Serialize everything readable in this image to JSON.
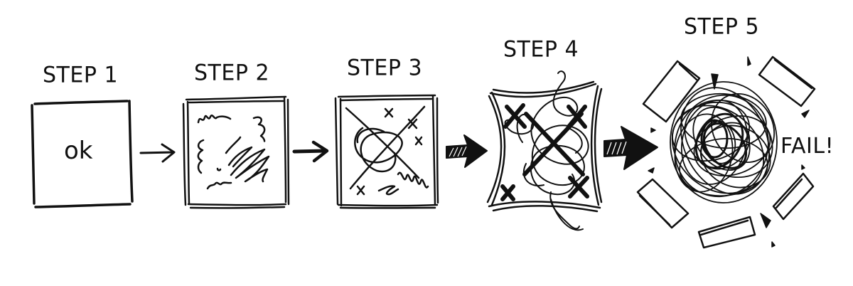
{
  "diagram": {
    "description": "Hand-drawn sketch showing five progressive steps degrading from OK to failure",
    "stroke_color": "#111111",
    "background": "#ffffff",
    "steps": [
      {
        "label": "STEP 1",
        "content": "ok"
      },
      {
        "label": "STEP 2",
        "content": ""
      },
      {
        "label": "STEP 3",
        "content": ""
      },
      {
        "label": "STEP 4",
        "content": ""
      },
      {
        "label": "STEP 5",
        "content": "FAIL!"
      }
    ],
    "arrows": [
      {
        "from": "STEP 1",
        "to": "STEP 2",
        "style": "thin"
      },
      {
        "from": "STEP 2",
        "to": "STEP 3",
        "style": "medium"
      },
      {
        "from": "STEP 3",
        "to": "STEP 4",
        "style": "thick-hatched"
      },
      {
        "from": "STEP 4",
        "to": "STEP 5",
        "style": "heavy-hatched"
      }
    ]
  }
}
